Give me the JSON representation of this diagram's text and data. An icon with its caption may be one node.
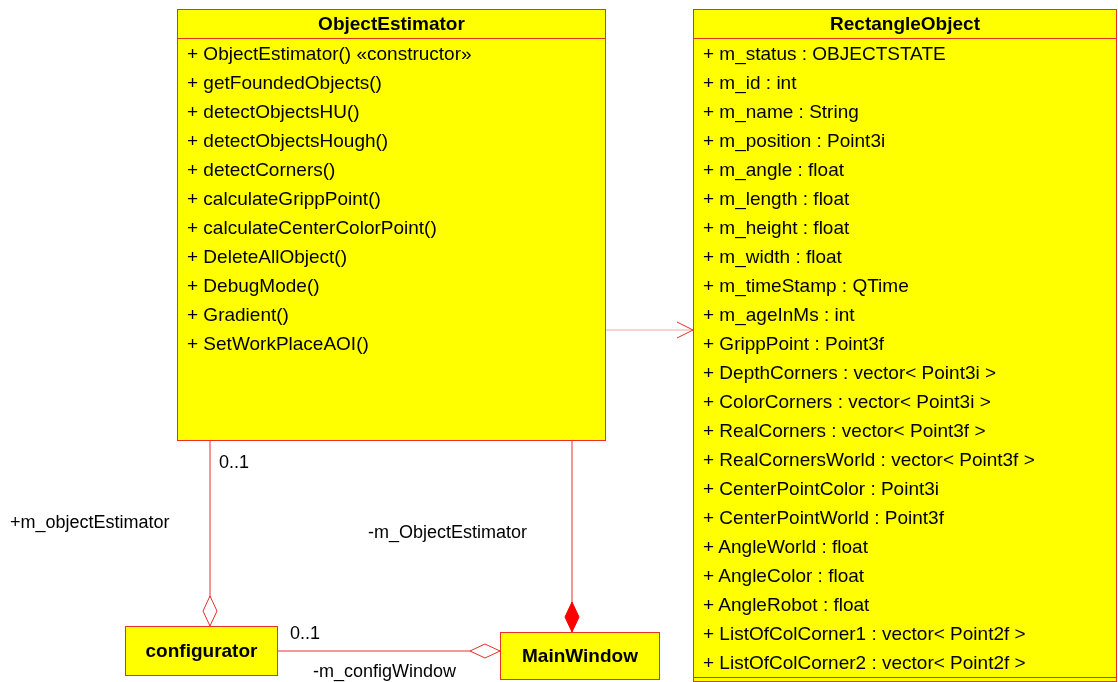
{
  "diagram": {
    "nodes": [
      {
        "text": [
          "ObjectEstimator",
          "+ ObjectEstimator() «constructor»",
          "+ getFoundedObjects()",
          "+ detectObjectsHU()",
          "+ detectObjectsHough()",
          "+ detectCorners()",
          "+ calculateGrippPoint()",
          "+ calculateCenterColorPoint()",
          "+ DeleteAllObject()",
          "+ DebugMode()",
          "+ Gradient()",
          "+ SetWorkPlaceAOI()"
        ]
      },
      {
        "text": [
          "RectangleObject",
          "+ m_status : OBJECTSTATE",
          "+ m_id : int",
          "+ m_name : String",
          "+ m_position : Point3i",
          "+ m_angle : float",
          "+ m_length : float",
          "+ m_height : float",
          "+ m_width : float",
          "+ m_timeStamp : QTime",
          "+ m_ageInMs : int",
          "+ GrippPoint : Point3f",
          "+ DepthCorners : vector< Point3i >",
          "+ ColorCorners : vector< Point3i >",
          "+ RealCorners : vector< Point3f >",
          "+ RealCornersWorld : vector< Point3f >",
          "+ CenterPointColor : Point3i",
          "+ CenterPointWorld : Point3f",
          "+ AngleWorld : float",
          "+ AngleColor : float",
          "+ AngleRobot : float",
          "+ ListOfColCorner1 : vector< Point2f >",
          "+ ListOfColCorner2 : vector< Point2f >"
        ]
      },
      {
        "text": [
          "configurator"
        ]
      },
      {
        "text": [
          "MainWindow"
        ]
      }
    ],
    "edges": [
      {
        "from": 0,
        "to": 1,
        "arrow": "to",
        "color": "#f4a6a6"
      },
      {
        "from": 0,
        "to": 2,
        "arrow": "other",
        "label": "+m_objectEstimator"
      },
      {
        "from": 0,
        "to": 3,
        "arrow": "other",
        "label": "-m_ObjectEstimator"
      },
      {
        "from": 2,
        "to": 3,
        "arrow": "other",
        "label": "-m_configWindow"
      }
    ],
    "labels": [
      "0..1",
      "0..1"
    ]
  }
}
